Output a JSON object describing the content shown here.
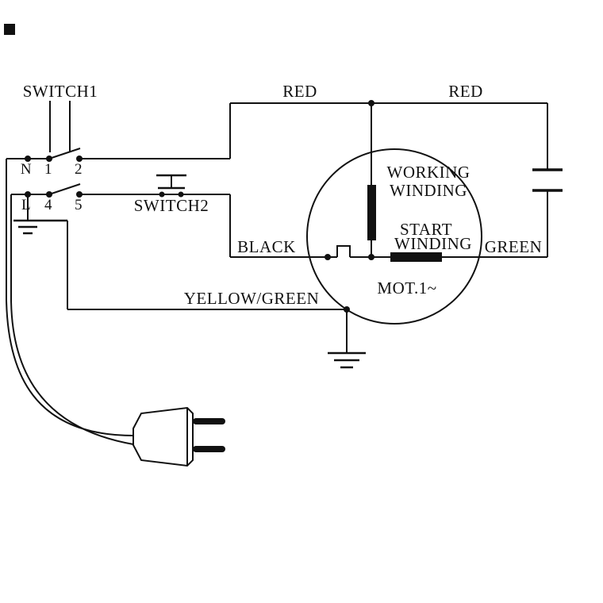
{
  "diagram": {
    "type": "wiring-schematic",
    "colors": {
      "line": "#111111",
      "background": "#ffffff"
    },
    "labels": {
      "switch1": "SWITCH1",
      "switch2": "SWITCH2",
      "red_top_left": "RED",
      "red_top_right": "RED",
      "black": "BLACK",
      "green": "GREEN",
      "yellow_green": "YELLOW/GREEN",
      "motor": "MOT.1~",
      "working_winding_l1": "WORKING",
      "working_winding_l2": "WINDING",
      "start_winding_l1": "START",
      "start_winding_l2": "WINDING"
    },
    "terminals": {
      "n": "N",
      "t1": "1",
      "t2": "2",
      "l": "L",
      "t4": "4",
      "t5": "5"
    }
  }
}
